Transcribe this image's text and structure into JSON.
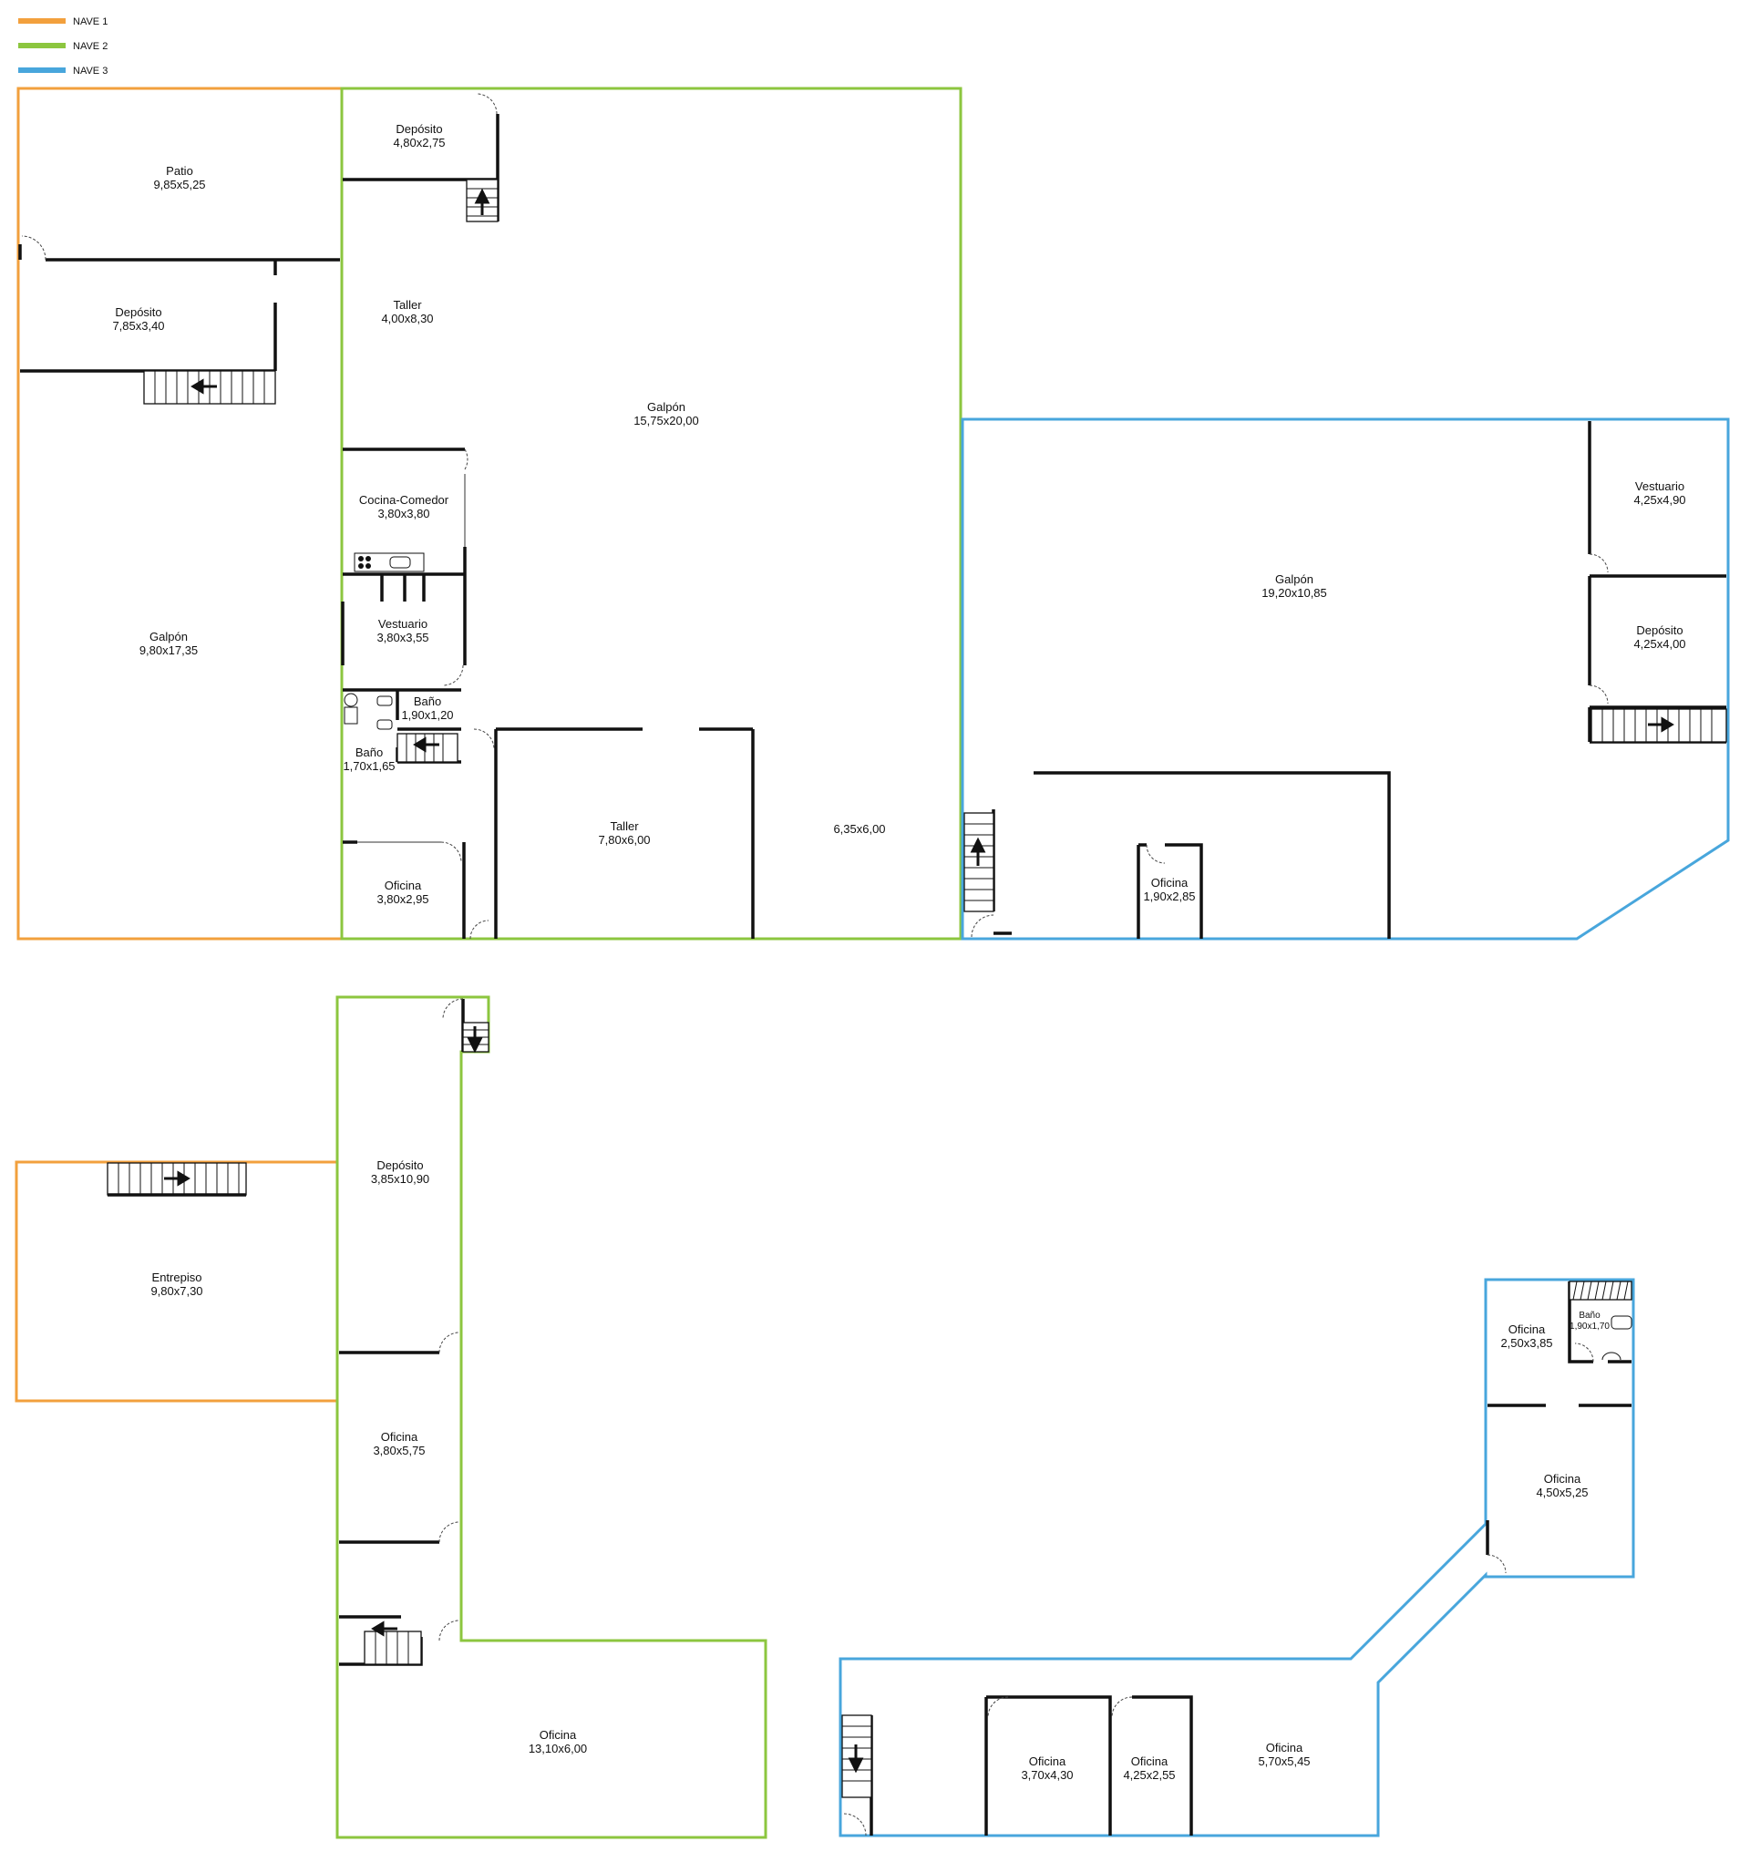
{
  "legend": [
    {
      "label": "NAVE 1",
      "color": "#f2a03d"
    },
    {
      "label": "NAVE 2",
      "color": "#8cc63f"
    },
    {
      "label": "NAVE 3",
      "color": "#48a6dc"
    }
  ],
  "upper_floor": {
    "nave1": {
      "patio": {
        "name": "Patio",
        "dim": "9,85x5,25"
      },
      "deposito": {
        "name": "Depósito",
        "dim": "7,85x3,40"
      },
      "galpon": {
        "name": "Galpón",
        "dim": "9,80x17,35"
      }
    },
    "nave2": {
      "deposito": {
        "name": "Depósito",
        "dim": "4,80x2,75"
      },
      "taller_a": {
        "name": "Taller",
        "dim": "4,00x8,30"
      },
      "galpon": {
        "name": "Galpón",
        "dim": "15,75x20,00"
      },
      "cocina": {
        "name": "Cocina-Comedor",
        "dim": "3,80x3,80"
      },
      "vestuario": {
        "name": "Vestuario",
        "dim": "3,80x3,55"
      },
      "bano_a": {
        "name": "Baño",
        "dim": "1,90x1,20"
      },
      "bano_b": {
        "name": "Baño",
        "dim": "1,70x1,65"
      },
      "oficina": {
        "name": "Oficina",
        "dim": "3,80x2,95"
      },
      "taller_b": {
        "name": "Taller",
        "dim": "7,80x6,00"
      },
      "area": {
        "dim": "6,35x6,00"
      }
    },
    "nave3": {
      "galpon": {
        "name": "Galpón",
        "dim": "19,20x10,85"
      },
      "vestuario": {
        "name": "Vestuario",
        "dim": "4,25x4,90"
      },
      "deposito": {
        "name": "Depósito",
        "dim": "4,25x4,00"
      },
      "oficina": {
        "name": "Oficina",
        "dim": "1,90x2,85"
      }
    }
  },
  "lower_floor": {
    "nave1": {
      "entrepiso": {
        "name": "Entrepiso",
        "dim": "9,80x7,30"
      }
    },
    "nave2": {
      "deposito": {
        "name": "Depósito",
        "dim": "3,85x10,90"
      },
      "oficina_a": {
        "name": "Oficina",
        "dim": "3,80x5,75"
      },
      "oficina_b": {
        "name": "Oficina",
        "dim": "13,10x6,00"
      }
    },
    "nave3": {
      "oficina_a": {
        "name": "Oficina",
        "dim": "2,50x3,85"
      },
      "bano": {
        "name": "Baño",
        "dim": "1,90x1,70"
      },
      "oficina_b": {
        "name": "Oficina",
        "dim": "4,50x5,25"
      },
      "oficina_c": {
        "name": "Oficina",
        "dim": "3,70x4,30"
      },
      "oficina_d": {
        "name": "Oficina",
        "dim": "4,25x2,55"
      },
      "oficina_e": {
        "name": "Oficina",
        "dim": "5,70x5,45"
      }
    }
  }
}
